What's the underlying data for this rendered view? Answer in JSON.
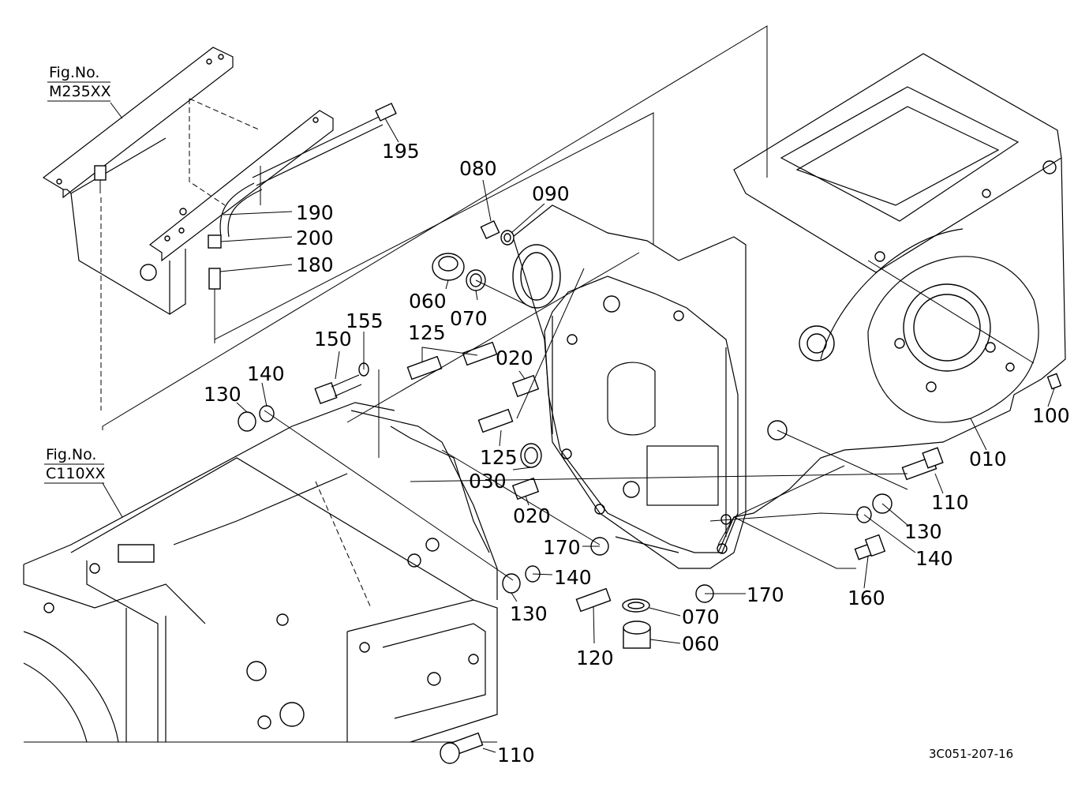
{
  "figure_refs": [
    {
      "id": "ref_m235",
      "line1": "Fig.No.",
      "line2": "M235XX"
    },
    {
      "id": "ref_c110",
      "line1": "Fig.No.",
      "line2": "C110XX"
    }
  ],
  "part_labels": {
    "p195": "195",
    "p190": "190",
    "p200": "200",
    "p180": "180",
    "p080": "080",
    "p090": "090",
    "p060a": "060",
    "p070a": "070",
    "p150": "150",
    "p155": "155",
    "p125a": "125",
    "p020a": "020",
    "p140a": "140",
    "p130a": "130",
    "p125b": "125",
    "p030": "030",
    "p020b": "020",
    "p100": "100",
    "p010": "010",
    "p110a": "110",
    "p130b": "130",
    "p140b": "140",
    "p160": "160",
    "p170a": "170",
    "p140c": "140",
    "p130c": "130",
    "p170b": "170",
    "p070b": "070",
    "p060b": "060",
    "p120": "120",
    "p110b": "110"
  },
  "drawing_code": "3C051-207-16"
}
